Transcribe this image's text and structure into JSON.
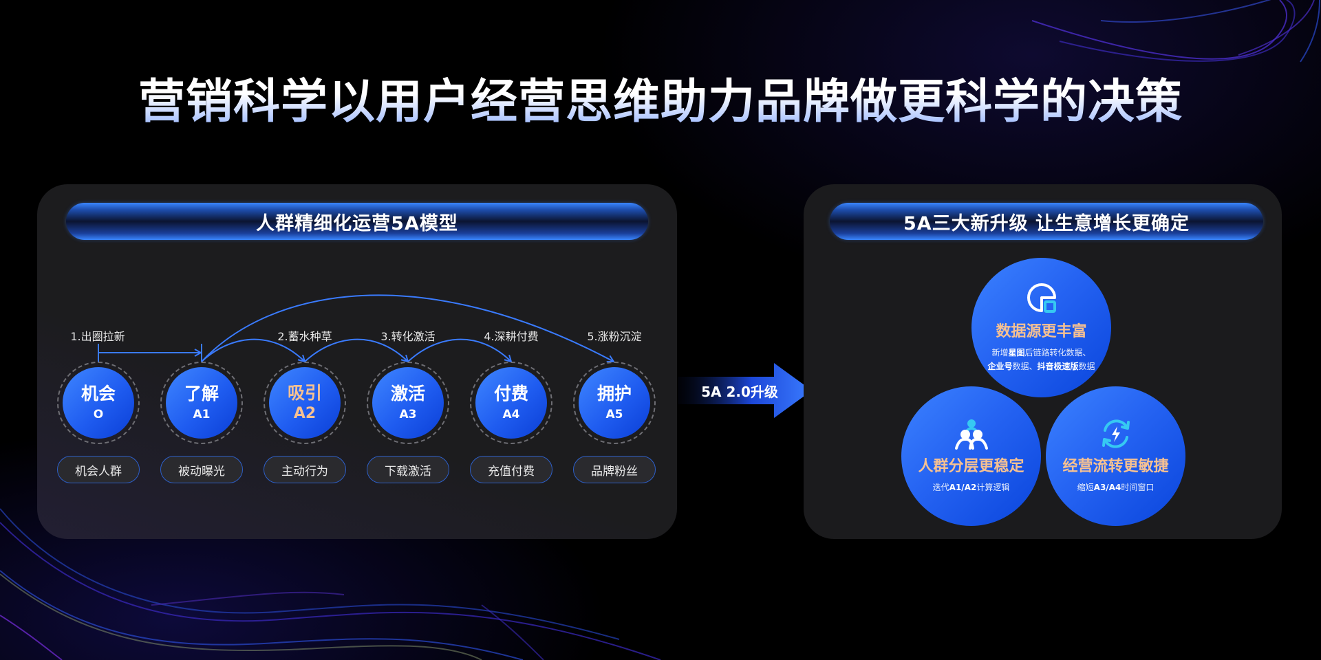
{
  "title": "营销科学以用户经营思维助力品牌做更科学的决策",
  "left_panel": {
    "header": "人群精细化运营5A模型",
    "steps": [
      {
        "label": "1.出圈拉新"
      },
      {
        "label": "2.蓄水种草"
      },
      {
        "label": "3.转化激活"
      },
      {
        "label": "4.深耕付费"
      },
      {
        "label": "5.涨粉沉淀"
      }
    ],
    "nodes": [
      {
        "name": "机会",
        "code": "O",
        "tag": "机会人群",
        "highlight": false
      },
      {
        "name": "了解",
        "code": "A1",
        "tag": "被动曝光",
        "highlight": false
      },
      {
        "name": "吸引",
        "code": "A2",
        "tag": "主动行为",
        "highlight": true
      },
      {
        "name": "激活",
        "code": "A3",
        "tag": "下载激活",
        "highlight": false
      },
      {
        "name": "付费",
        "code": "A4",
        "tag": "充值付费",
        "highlight": false
      },
      {
        "name": "拥护",
        "code": "A5",
        "tag": "品牌粉丝",
        "highlight": false
      }
    ]
  },
  "transition": {
    "label": "5A 2.0升级",
    "icon": "right-arrow-icon"
  },
  "right_panel": {
    "header": "5A三大新升级  让生意增长更确定",
    "features": [
      {
        "icon": "data-chart-icon",
        "title": "数据源更丰富",
        "desc_line1": [
          {
            "t": "新增",
            "b": false
          },
          {
            "t": "星图",
            "b": true
          },
          {
            "t": "后链路转化数据、",
            "b": false
          }
        ],
        "desc_line2": [
          {
            "t": "企业号",
            "b": true
          },
          {
            "t": "数据、",
            "b": false
          },
          {
            "t": "抖音极速版",
            "b": true
          },
          {
            "t": "数据",
            "b": false
          }
        ]
      },
      {
        "icon": "user-group-icon",
        "title": "人群分层更稳定",
        "desc_line1": [
          {
            "t": "迭代",
            "b": false
          },
          {
            "t": "A1/A2",
            "b": true
          },
          {
            "t": "计算逻辑",
            "b": false
          }
        ]
      },
      {
        "icon": "refresh-lightning-icon",
        "title": "经营流转更敏捷",
        "desc_line1": [
          {
            "t": "缩短",
            "b": false
          },
          {
            "t": "A3/A4",
            "b": true
          },
          {
            "t": "时间窗口",
            "b": false
          }
        ]
      }
    ]
  },
  "colors": {
    "accent_blue": "#2563f2",
    "arrow_blue": "#3a7bff",
    "highlight_orange": "#f6c192",
    "panel_bg": "#1b1b1d",
    "icon_cyan": "#36c9f2"
  }
}
